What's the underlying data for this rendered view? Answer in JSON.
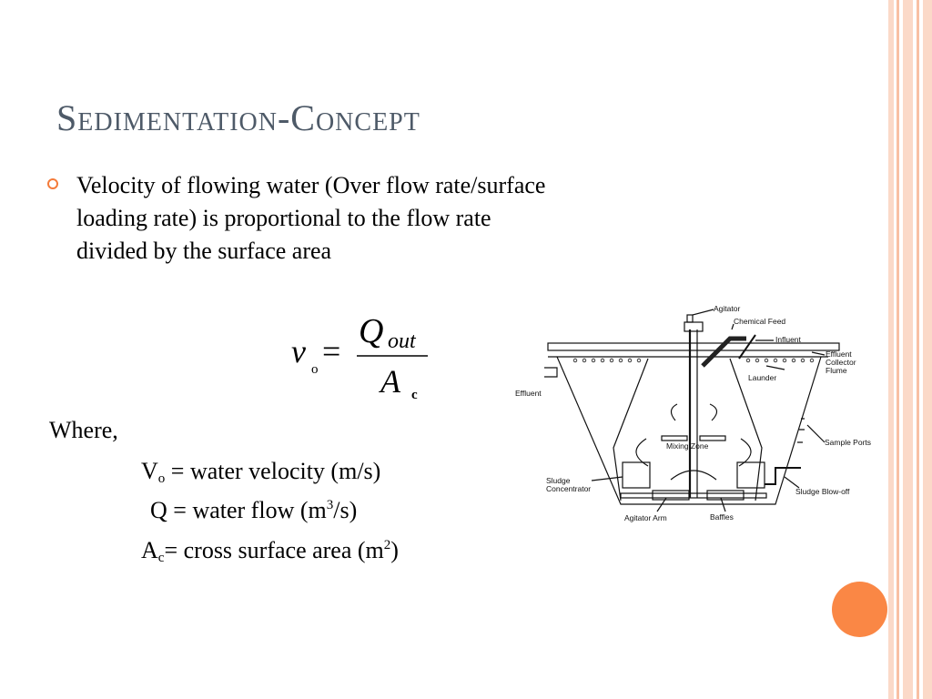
{
  "colors": {
    "title": "#4e5a68",
    "bullet": "#f47b3a",
    "accent_circle": "#fa8745",
    "stripe_light": "#fbd9c8",
    "stripe_mid": "#f8c0a4"
  },
  "slide": {
    "title": "Sedimentation-Concept",
    "bullet_text": "Velocity of flowing water (Over flow rate/surface loading rate) is proportional to the flow rate divided by the surface area",
    "formula": {
      "lhs_var": "v",
      "lhs_sub": "o",
      "equals": "=",
      "numerator": "Q",
      "numerator_sub": "out",
      "denominator": "A",
      "denominator_sub": "c"
    },
    "where": "Where,",
    "definitions": {
      "vo_sym": "V",
      "vo_sub": "o",
      "vo_text": " = water velocity (m/s)",
      "q_sym": "Q",
      "q_text_a": " = water flow (m",
      "q_sup": "3",
      "q_text_b": "/s)",
      "ac_sym": "A",
      "ac_sub": "c",
      "ac_text_a": "= cross surface area (m",
      "ac_sup": "2",
      "ac_text_b": ")"
    },
    "diagram": {
      "agitator": "Agitator",
      "chemical_feed": "Chemical Feed",
      "influent": "Influent",
      "effluent_collector_1": "Effluent",
      "effluent_collector_2": "Collector",
      "effluent_collector_3": "Flume",
      "launder": "Launder",
      "effluent": "Effluent",
      "sample_ports": "Sample Ports",
      "mixing_zone": "Mixing Zone",
      "sludge_concentrator_1": "Sludge",
      "sludge_concentrator_2": "Concentrator",
      "sludge_blowoff": "Sludge Blow-off",
      "agitator_arm": "Agitator Arm",
      "baffles": "Baffles"
    }
  }
}
